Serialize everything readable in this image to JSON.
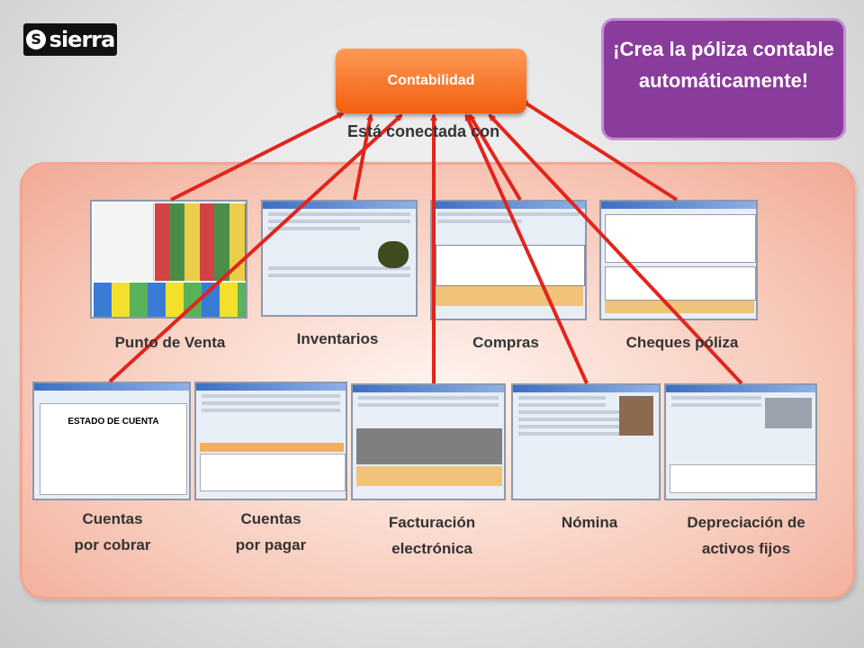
{
  "logo": {
    "text": "sierra"
  },
  "center": {
    "title": "Contabilidad",
    "connected_text": "Está conectada con"
  },
  "callout": {
    "text": "¡Crea la póliza contable automáticamente!"
  },
  "modules": {
    "punto_venta": "Punto de Venta",
    "inventarios": "Inventarios",
    "compras": "Compras",
    "cheques": "Cheques póliza",
    "cxc_line1": "Cuentas",
    "cxc_line2": "por cobrar",
    "cxp_line1": "Cuentas",
    "cxp_line2": "por pagar",
    "fact_line1": "Facturación",
    "fact_line2": "electrónica",
    "nomina": "Nómina",
    "dep_line1": "Depreciación de",
    "dep_line2": "activos fijos"
  },
  "screens": {
    "estado_cuenta_title": "ESTADO DE CUENTA"
  },
  "colors": {
    "arrow": "#e3241c",
    "center_box": "#f36d1f",
    "callout": "#8a3c9c",
    "panel": "#f7c2b1"
  }
}
